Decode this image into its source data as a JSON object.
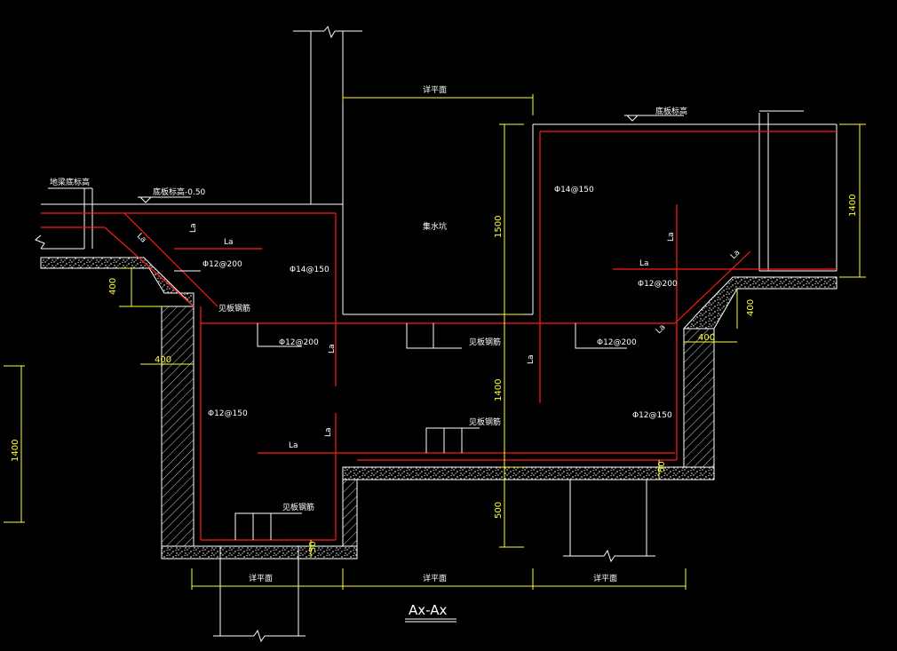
{
  "title": "Ax-Ax",
  "elevation_left": "底板标高-0.50",
  "elevation_right": "底板标高",
  "top_left_note": "地梁底标高",
  "pit_label": "集水坑",
  "rebar": {
    "a": "Φ12@200",
    "b": "Φ14@150",
    "c": "Φ12@200",
    "d": "Φ12@150",
    "e": "Φ14@150",
    "f": "Φ12@200",
    "g": "Φ12@200",
    "h": "Φ12@150"
  },
  "anchor": "La",
  "steel_note": "见板钢筋",
  "detail_note": "详平面",
  "dims": {
    "d400": "400",
    "d1500": "1500",
    "d1400": "1400",
    "d500": "500",
    "d50": "50"
  }
}
